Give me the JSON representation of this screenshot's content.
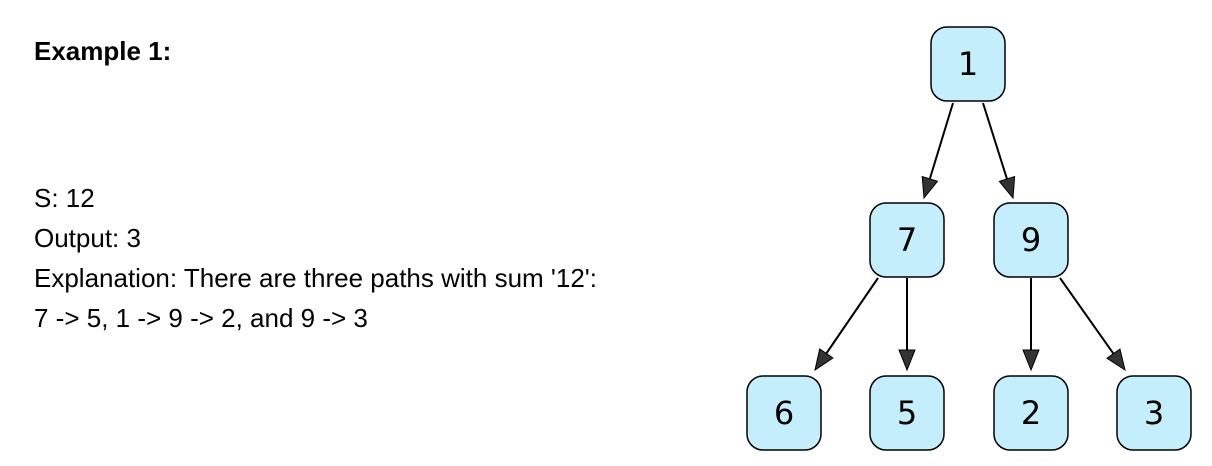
{
  "example": {
    "title": "Example 1:",
    "lines": [
      "S: 12",
      "Output: 3",
      "Explanation: There are three paths with sum '12':",
      "7 -> 5, 1 -> 9 -> 2, and 9 -> 3"
    ]
  },
  "tree": {
    "nodes": [
      {
        "id": "n1",
        "label": "1"
      },
      {
        "id": "n7",
        "label": "7"
      },
      {
        "id": "n9",
        "label": "9"
      },
      {
        "id": "n6",
        "label": "6"
      },
      {
        "id": "n5",
        "label": "5"
      },
      {
        "id": "n2",
        "label": "2"
      },
      {
        "id": "n3",
        "label": "3"
      }
    ],
    "edges": [
      {
        "from": "n1",
        "to": "n7"
      },
      {
        "from": "n1",
        "to": "n9"
      },
      {
        "from": "n7",
        "to": "n6"
      },
      {
        "from": "n7",
        "to": "n5"
      },
      {
        "from": "n9",
        "to": "n2"
      },
      {
        "from": "n9",
        "to": "n3"
      }
    ],
    "colors": {
      "node_fill": "#c5eefc",
      "node_border": "#000000",
      "arrow": "#333333"
    }
  }
}
